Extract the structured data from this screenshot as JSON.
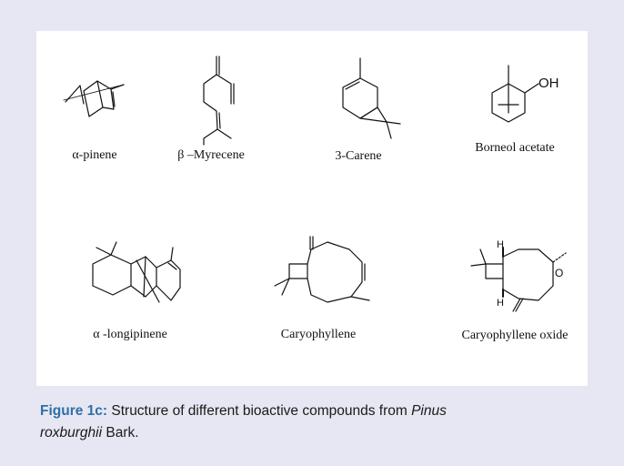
{
  "compounds": [
    {
      "id": "a-pinene",
      "label": "α-pinene"
    },
    {
      "id": "b-myrecene",
      "label": "β –Myrecene"
    },
    {
      "id": "3-carene",
      "label": "3-Carene"
    },
    {
      "id": "borneol-acetate",
      "label": "Borneol acetate",
      "group": "OH"
    },
    {
      "id": "a-longipinene",
      "label": "α -longipinene"
    },
    {
      "id": "caryophyllene",
      "label": "Caryophyllene"
    },
    {
      "id": "caryophyllene-oxide",
      "label": "Caryophyllene oxide",
      "atoms": {
        "h_top": "H",
        "h_bottom": "H",
        "oxygen": "O"
      }
    }
  ],
  "caption": {
    "figure": "Figure 1c:",
    "text1": " Structure of different bioactive compounds from ",
    "italic1": "Pinus",
    "italic2": "roxburghii",
    "text2": " Bark."
  }
}
